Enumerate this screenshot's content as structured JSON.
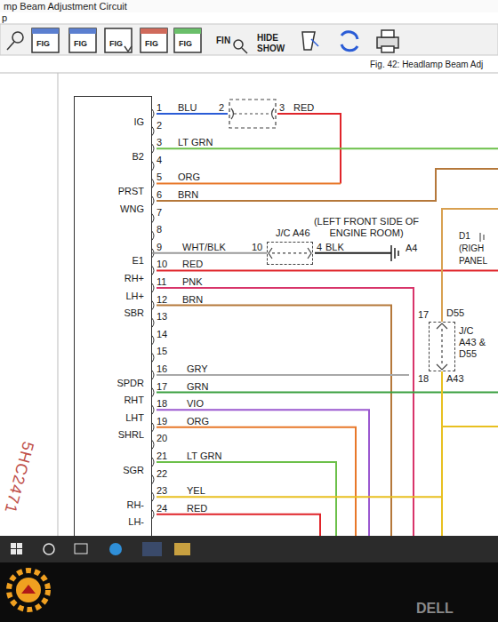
{
  "diagram": {
    "title": "mp Beam Adjustment Circuit",
    "nodes": [
      {
        "text": [
          "IG",
          "B2",
          "PRST",
          "WNG",
          "E1",
          "RH+",
          "LH+",
          "SBR",
          "SPDR",
          "RHT",
          "LHT",
          "SHRL",
          "SGR",
          "RH-",
          "LH-"
        ]
      },
      {
        "text": [
          "J/C A46"
        ]
      },
      {
        "text": [
          "J/C A43 & D55"
        ]
      }
    ],
    "edges": [
      {
        "from": 0,
        "to": 1,
        "arrow": "none",
        "label": "WHT/BLK"
      }
    ],
    "labels": [
      "p",
      "FIG",
      "FIG",
      "FIG",
      "FIG",
      "FIG",
      "FIN",
      "HIDE",
      "SHOW",
      "Fig. 42: Headlamp Beam Adj",
      "1",
      "2",
      "3",
      "4",
      "5",
      "6",
      "7",
      "8",
      "9",
      "10",
      "11",
      "12",
      "13",
      "14",
      "15",
      "16",
      "17",
      "18",
      "19",
      "20",
      "21",
      "22",
      "23",
      "24",
      "BLU",
      "2",
      "3",
      "RED",
      "LT GRN",
      "ORG",
      "BRN",
      "10",
      "4",
      "BLK",
      "RED",
      "PNK",
      "BRN",
      "GRY",
      "GRN",
      "VIO",
      "ORG",
      "LT GRN",
      "YEL",
      "RED",
      "(LEFT FRONT SIDE OF ENGINE ROOM)",
      "A4",
      "D1",
      "(RIGH",
      "PANEL",
      "17",
      "D55",
      "18",
      "A43",
      "5HC2471",
      "DELL"
    ]
  }
}
